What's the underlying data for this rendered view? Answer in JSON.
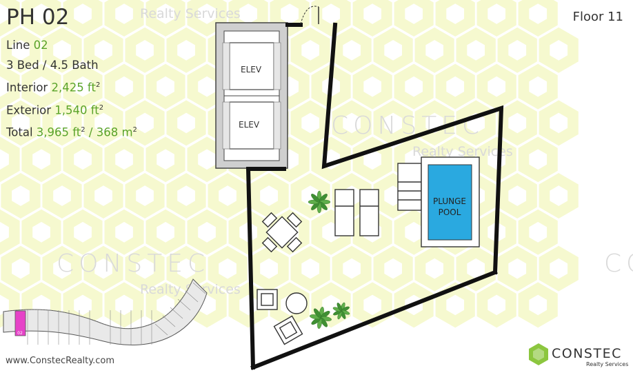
{
  "unit": {
    "name": "PH 02",
    "line_label": "Line",
    "line_value": "02",
    "beds_baths": "3 Bed / 4.5 Bath",
    "interior_label": "Interior",
    "interior_value": "2,425 ft",
    "exterior_label": "Exterior",
    "exterior_value": "1,540 ft",
    "total_label": "Total",
    "total_value_ft": "3,965 ft",
    "total_value_m": "/ 368 m",
    "sq_superscript": "2"
  },
  "floor": "Floor 11",
  "plan_labels": {
    "elevator_top": "ELEV",
    "elevator_bottom": "ELEV",
    "pool_line1": "PLUNGE",
    "pool_line2": "POOL"
  },
  "keyplan": {
    "highlight_unit": "02",
    "highlight_color": "#e642c8"
  },
  "watermark": {
    "brand": "CONSTEC",
    "tagline": "Realty Services"
  },
  "footer": {
    "website": "www.ConstecRealty.com"
  },
  "logo": {
    "name": "CONSTEC",
    "tagline": "Realty Services",
    "color": "#8cc63f"
  },
  "colors": {
    "accent": "#5aa32a",
    "hex_pattern": "#f6f9cf",
    "pool_water": "#2aa9e0"
  }
}
